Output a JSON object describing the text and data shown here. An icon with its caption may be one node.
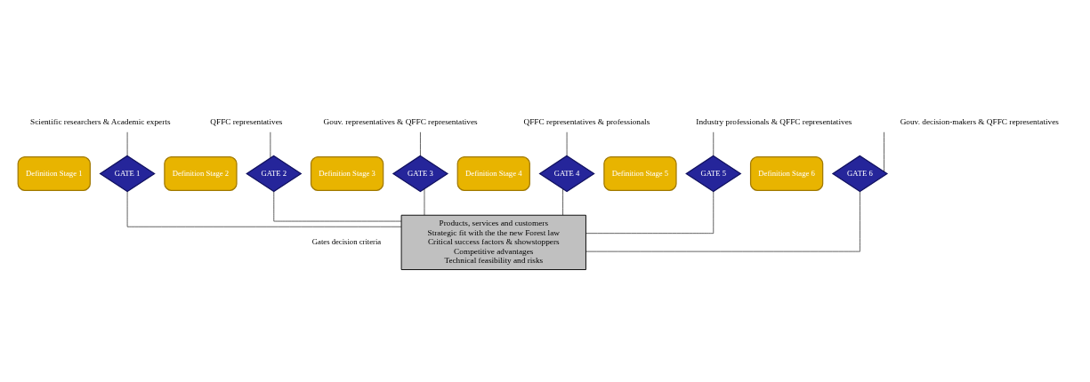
{
  "diagram": {
    "nodes": [
      {
        "text": [
          "Scientific researchers & Academic experts"
        ]
      },
      {
        "text": [
          "QFFC representatives"
        ]
      },
      {
        "text": [
          "Gouv. representatives & QFFC representatives"
        ]
      },
      {
        "text": [
          "QFFC representatives & professionals"
        ]
      },
      {
        "text": [
          "Industry professionals & QFFC representatives"
        ]
      },
      {
        "text": [
          "Gouv. decision-makers & QFFC representatives"
        ]
      },
      {
        "text": [
          "Definition Stage 1"
        ]
      },
      {
        "text": [
          "GATE 1"
        ]
      },
      {
        "text": [
          "Definition Stage 2"
        ]
      },
      {
        "text": [
          "GATE 2"
        ]
      },
      {
        "text": [
          "Definition Stage 3"
        ]
      },
      {
        "text": [
          "GATE 3"
        ]
      },
      {
        "text": [
          "Definition Stage 4"
        ]
      },
      {
        "text": [
          "GATE 4"
        ]
      },
      {
        "text": [
          "Definition Stage 5"
        ]
      },
      {
        "text": [
          "GATE 5"
        ]
      },
      {
        "text": [
          "Definition Stage 6"
        ]
      },
      {
        "text": [
          "GATE 6"
        ]
      },
      {
        "text": [
          "Products, services and customers",
          "Strategic fit with the the new Forest law",
          "Critical success factors & showstoppers",
          "Competitive advantages",
          "Technical feasibility and risks"
        ],
        "beside": [
          "Gates decision criteria"
        ]
      }
    ],
    "edges": [
      {
        "from": 0,
        "to": 7,
        "arrow": "none"
      },
      {
        "from": 1,
        "to": 9,
        "arrow": "none"
      },
      {
        "from": 2,
        "to": 11,
        "arrow": "none"
      },
      {
        "from": 3,
        "to": 13,
        "arrow": "none"
      },
      {
        "from": 4,
        "to": 15,
        "arrow": "none"
      },
      {
        "from": 5,
        "to": 17,
        "arrow": "none"
      },
      {
        "from": 7,
        "to": 18,
        "arrow": "none"
      },
      {
        "from": 9,
        "to": 18,
        "arrow": "none"
      },
      {
        "from": 11,
        "to": 18,
        "arrow": "none"
      },
      {
        "from": 13,
        "to": 18,
        "arrow": "none"
      },
      {
        "from": 15,
        "to": 18,
        "arrow": "none"
      },
      {
        "from": 17,
        "to": 18,
        "arrow": "none"
      }
    ]
  }
}
